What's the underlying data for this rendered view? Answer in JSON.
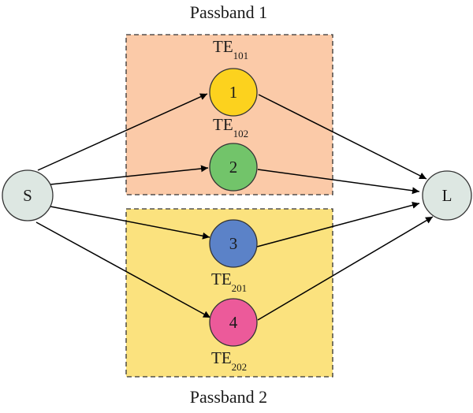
{
  "passbands": [
    {
      "label": "Passband 1",
      "color": "#fbcaa8"
    },
    {
      "label": "Passband 2",
      "color": "#fbe27e"
    }
  ],
  "nodes": {
    "source": {
      "label": "S",
      "color": "#dde7e2"
    },
    "load": {
      "label": "L",
      "color": "#dde7e2"
    },
    "resonators": [
      {
        "label": "1",
        "color": "#fcd21e",
        "mode": "TE",
        "mode_sub": "101"
      },
      {
        "label": "2",
        "color": "#72c46a",
        "mode": "TE",
        "mode_sub": "102"
      },
      {
        "label": "3",
        "color": "#5b82c8",
        "mode": "TE",
        "mode_sub": "201"
      },
      {
        "label": "4",
        "color": "#ec5a9a",
        "mode": "TE",
        "mode_sub": "202"
      }
    ]
  },
  "edge_color": "#000000"
}
